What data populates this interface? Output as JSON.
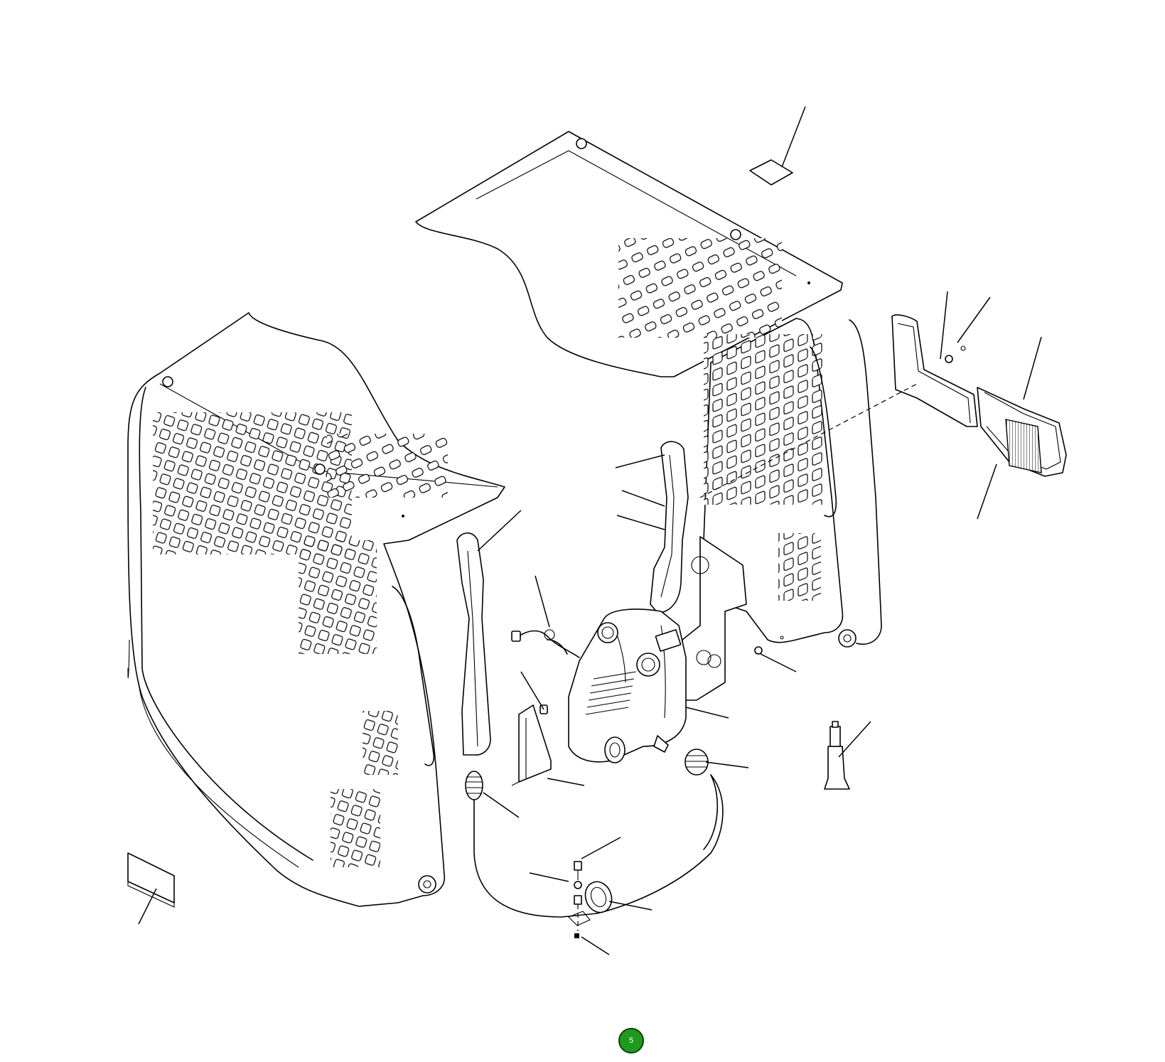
{
  "page_badge": {
    "label": "5",
    "color": "#1f9a1f"
  },
  "icons": {
    "roof_panel": "perforated-roof-panel",
    "left_panel": "perforated-side-panel-left",
    "right_panel": "perforated-side-panel-right",
    "console": "control-console",
    "air_filter": "cabin-air-filter",
    "sealant_tube": "sealant-tube"
  }
}
